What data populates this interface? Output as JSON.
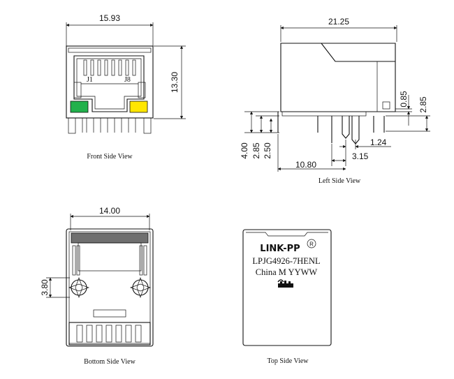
{
  "colors": {
    "led_green": "#22b14c",
    "led_yellow": "#ffe600",
    "shield_fill": "#6f6f6f",
    "line": "#111111"
  },
  "front_view": {
    "caption": "Front Side View",
    "dim_width": "15.93",
    "dim_height": "13.30",
    "pin_label_left": "J1",
    "pin_label_right": "J8"
  },
  "left_view": {
    "caption": "Left Side View",
    "dim_length": "21.25",
    "dim_085": "0.85",
    "dim_285_right": "2.85",
    "dim_400": "4.00",
    "dim_285_left": "2.85",
    "dim_250": "2.50",
    "dim_124": "1.24",
    "dim_315": "3.15",
    "dim_1080": "10.80"
  },
  "bottom_view": {
    "caption": "Bottom Side View",
    "dim_width": "14.00",
    "dim_380": "3.80"
  },
  "top_view": {
    "caption": "Top Side View",
    "brand": "LINK-PP",
    "registered_mark": "R",
    "part_number": "LPJG4926-7HENL",
    "origin_line": "China M YYWW",
    "ul_mark": "c UL us"
  }
}
